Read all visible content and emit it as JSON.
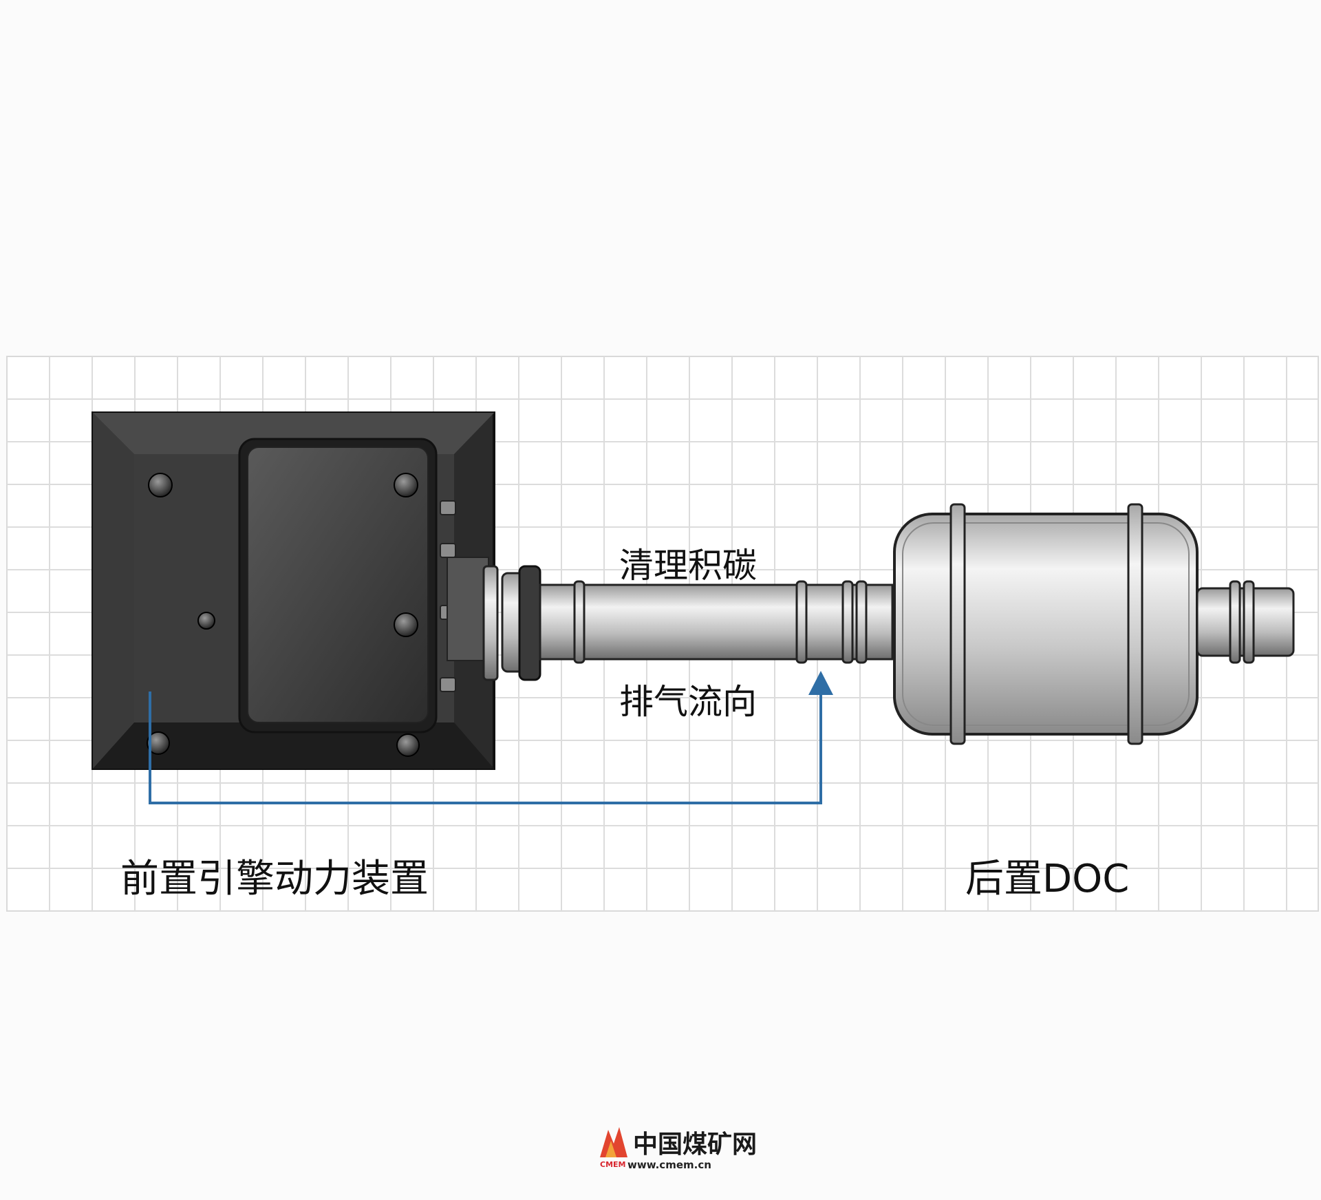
{
  "labels": {
    "clean_carbon": "清理积碳",
    "exhaust_flow": "排气流向",
    "front_engine": "前置引擎动力装置",
    "rear_doc": "后置DOC"
  },
  "watermark": {
    "name": "中国煤矿网",
    "abbr": "CMEM",
    "url": "www.cmem.cn"
  },
  "colors": {
    "flow_arrow": "#2f6ea6",
    "engine_body": "#2b2b2b",
    "grid_line": "#d9d9d9"
  }
}
